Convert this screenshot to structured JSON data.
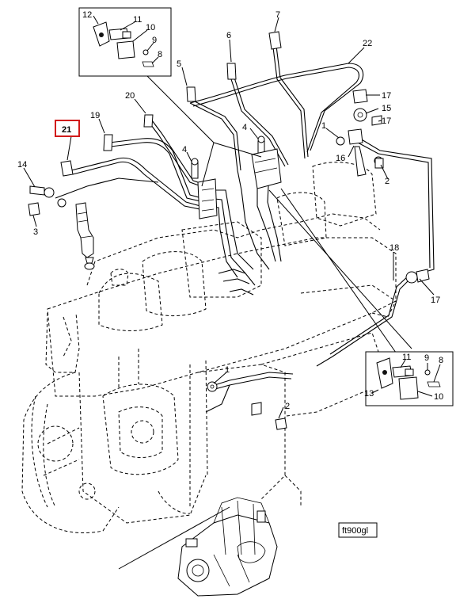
{
  "diagram": {
    "figure_id": "ft900gl",
    "highlighted_callout": "21",
    "callouts": {
      "c12a": "12",
      "c11a": "11",
      "c10a": "10",
      "c9a": "9",
      "c8a": "8",
      "c7": "7",
      "c6": "6",
      "c22": "22",
      "c5": "5",
      "c20": "20",
      "c19": "19",
      "c21": "21",
      "c14": "14",
      "c3": "3",
      "c4a": "4",
      "c4b": "4",
      "c17a": "17",
      "c15": "15",
      "c17b": "17",
      "c1a": "1",
      "c16": "16",
      "c2a": "2",
      "c18": "18",
      "c17c": "17",
      "c11b": "11",
      "c9b": "9",
      "c8b": "8",
      "c13": "13",
      "c10b": "10",
      "c1b": "1",
      "c2b": "2"
    }
  }
}
